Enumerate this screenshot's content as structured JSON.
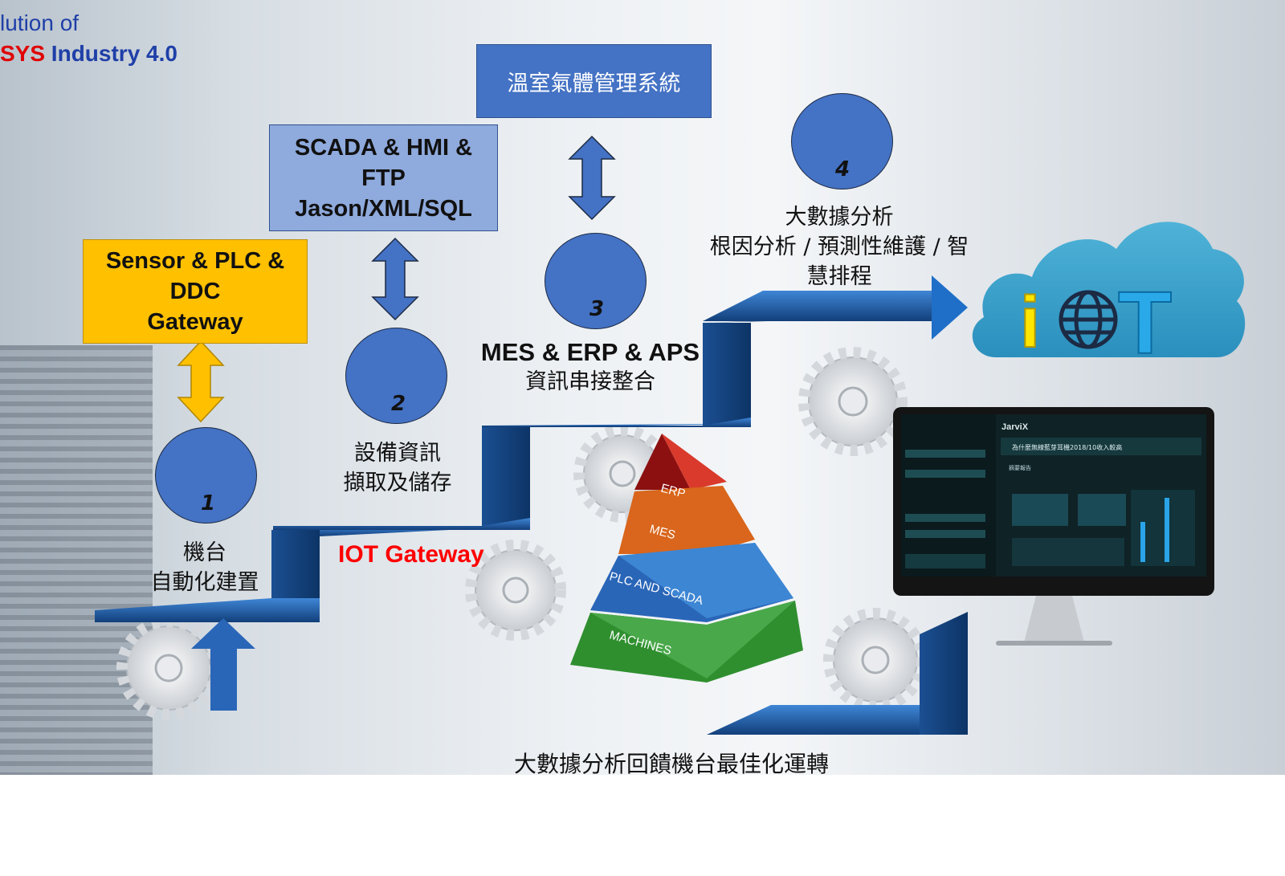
{
  "header": {
    "line1": "lution of",
    "line2a": "SYS",
    "line2b": " Industry 4.0"
  },
  "boxes": {
    "sensor": [
      "Sensor & PLC &",
      "DDC",
      "Gateway"
    ],
    "scada": [
      "SCADA & HMI &",
      "FTP",
      "Jason/XML/SQL"
    ],
    "greenhouse": "溫室氣體管理系統"
  },
  "steps": [
    {
      "number": "1",
      "lines": [
        "機台",
        "自動化建置"
      ]
    },
    {
      "number": "2",
      "lines": [
        "設備資訊",
        "擷取及儲存"
      ]
    },
    {
      "number": "3",
      "lines": [
        "MES & ERP & APS",
        "資訊串接整合"
      ]
    },
    {
      "number": "4",
      "lines": [
        "大數據分析",
        "根因分析 / 預測性維護 / 智",
        "慧排程"
      ]
    }
  ],
  "iot_gateway": "IOT Gateway",
  "feedback": "大數據分析回饋機台最佳化運轉",
  "pyramid": [
    "ERP",
    "MES",
    "PLC AND SCADA",
    "MACHINES"
  ],
  "cloud": {
    "letter_i": "i",
    "letter_t": "T"
  },
  "monitor": {
    "brand": "JarviX",
    "title": "為什麼無線藍芽耳機2018/10收入較高",
    "report_label": "摘要報告"
  },
  "colors": {
    "box_blue": "#4472c4",
    "box_light": "#8faadc",
    "box_yellow": "#ffc000",
    "arrow_blue": "#4472c4",
    "arrow_yellow": "#ffc000",
    "stair_blue": "#1f5fa8",
    "gateway_red": "#ff0000",
    "header_red": "#e00000",
    "header_blue": "#1f3fa8"
  }
}
